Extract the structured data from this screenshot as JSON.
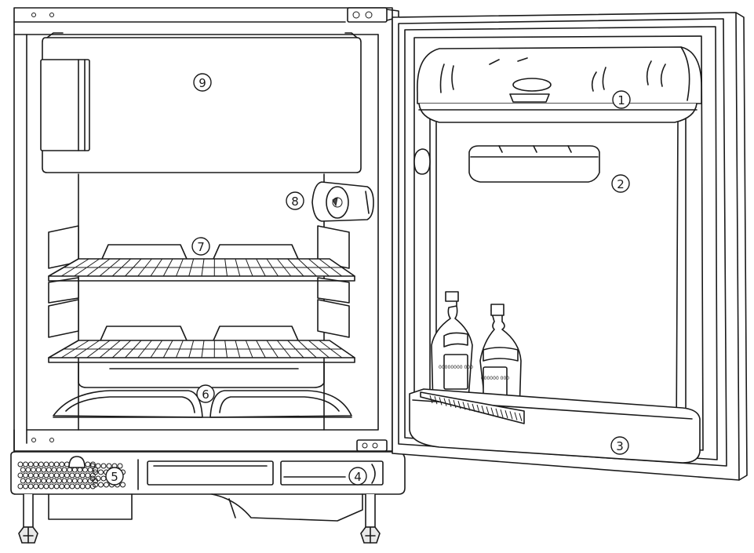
{
  "callouts": [
    {
      "id": "1",
      "label": "1"
    },
    {
      "id": "2",
      "label": "2"
    },
    {
      "id": "3",
      "label": "3"
    },
    {
      "id": "4",
      "label": "4"
    },
    {
      "id": "5",
      "label": "5"
    },
    {
      "id": "6",
      "label": "6"
    },
    {
      "id": "7",
      "label": "7"
    },
    {
      "id": "8",
      "label": "8"
    },
    {
      "id": "9",
      "label": "9"
    }
  ],
  "bottle_labels": [
    "00000000 000",
    "000000 000"
  ]
}
